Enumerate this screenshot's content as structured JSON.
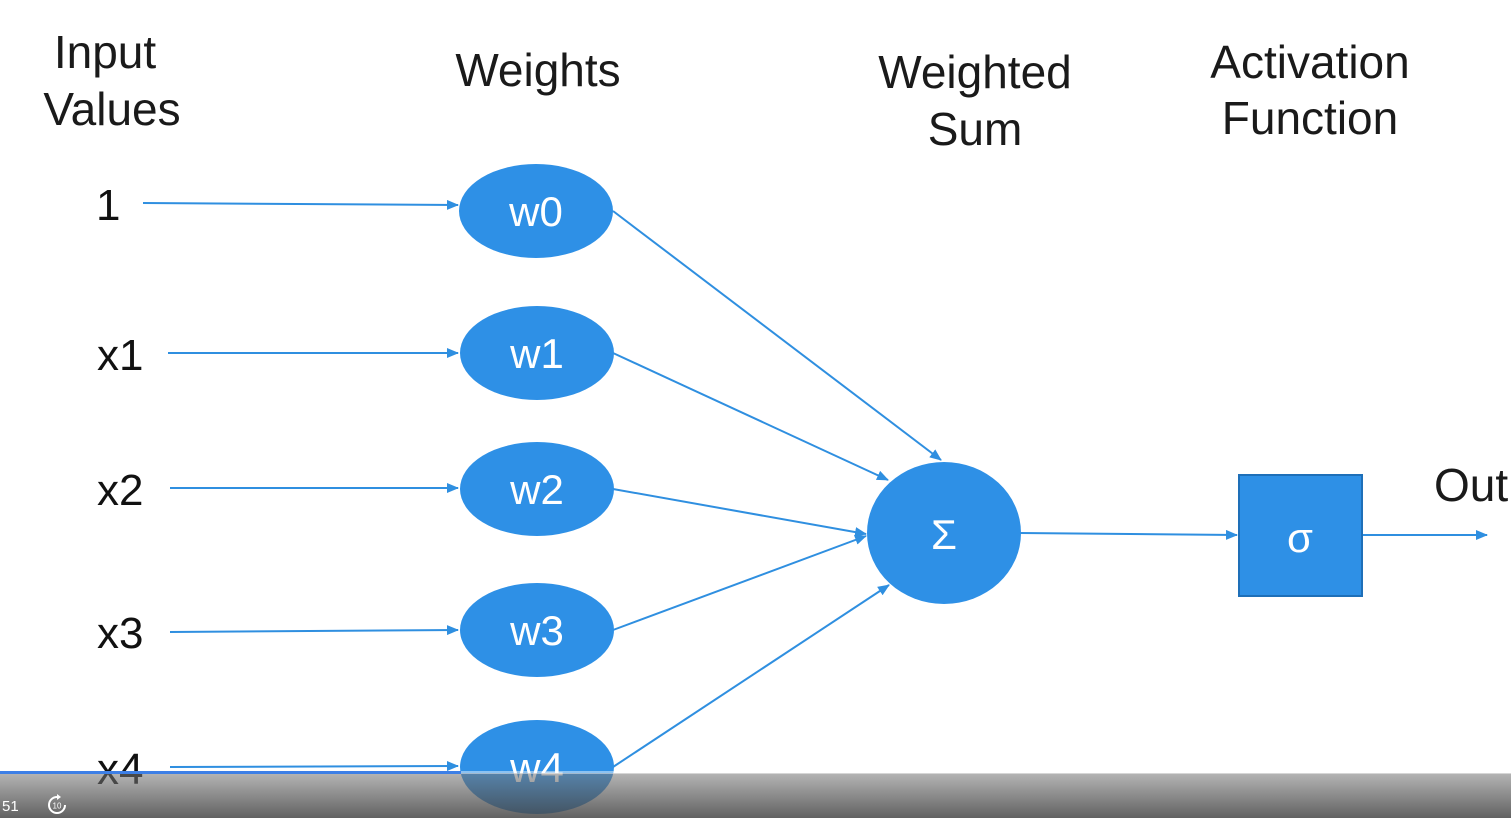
{
  "headings": {
    "input_values": [
      "Input",
      "Values"
    ],
    "weights": "Weights",
    "weighted_sum": [
      "Weighted",
      "Sum"
    ],
    "activation_function": [
      "Activation",
      "Function"
    ],
    "output": "Out"
  },
  "inputs": [
    "1",
    "x1",
    "x2",
    "x3",
    "x4"
  ],
  "weights": [
    "w0",
    "w1",
    "w2",
    "w3",
    "w4"
  ],
  "sum_symbol": "Σ",
  "activation_symbol": "σ",
  "colors": {
    "node_fill": "#2e90e6",
    "edge": "#2f8fe0",
    "box_stroke": "#1e6fb8"
  },
  "player": {
    "time": "51",
    "progress": 0.305,
    "skip_icon_label": "10"
  }
}
